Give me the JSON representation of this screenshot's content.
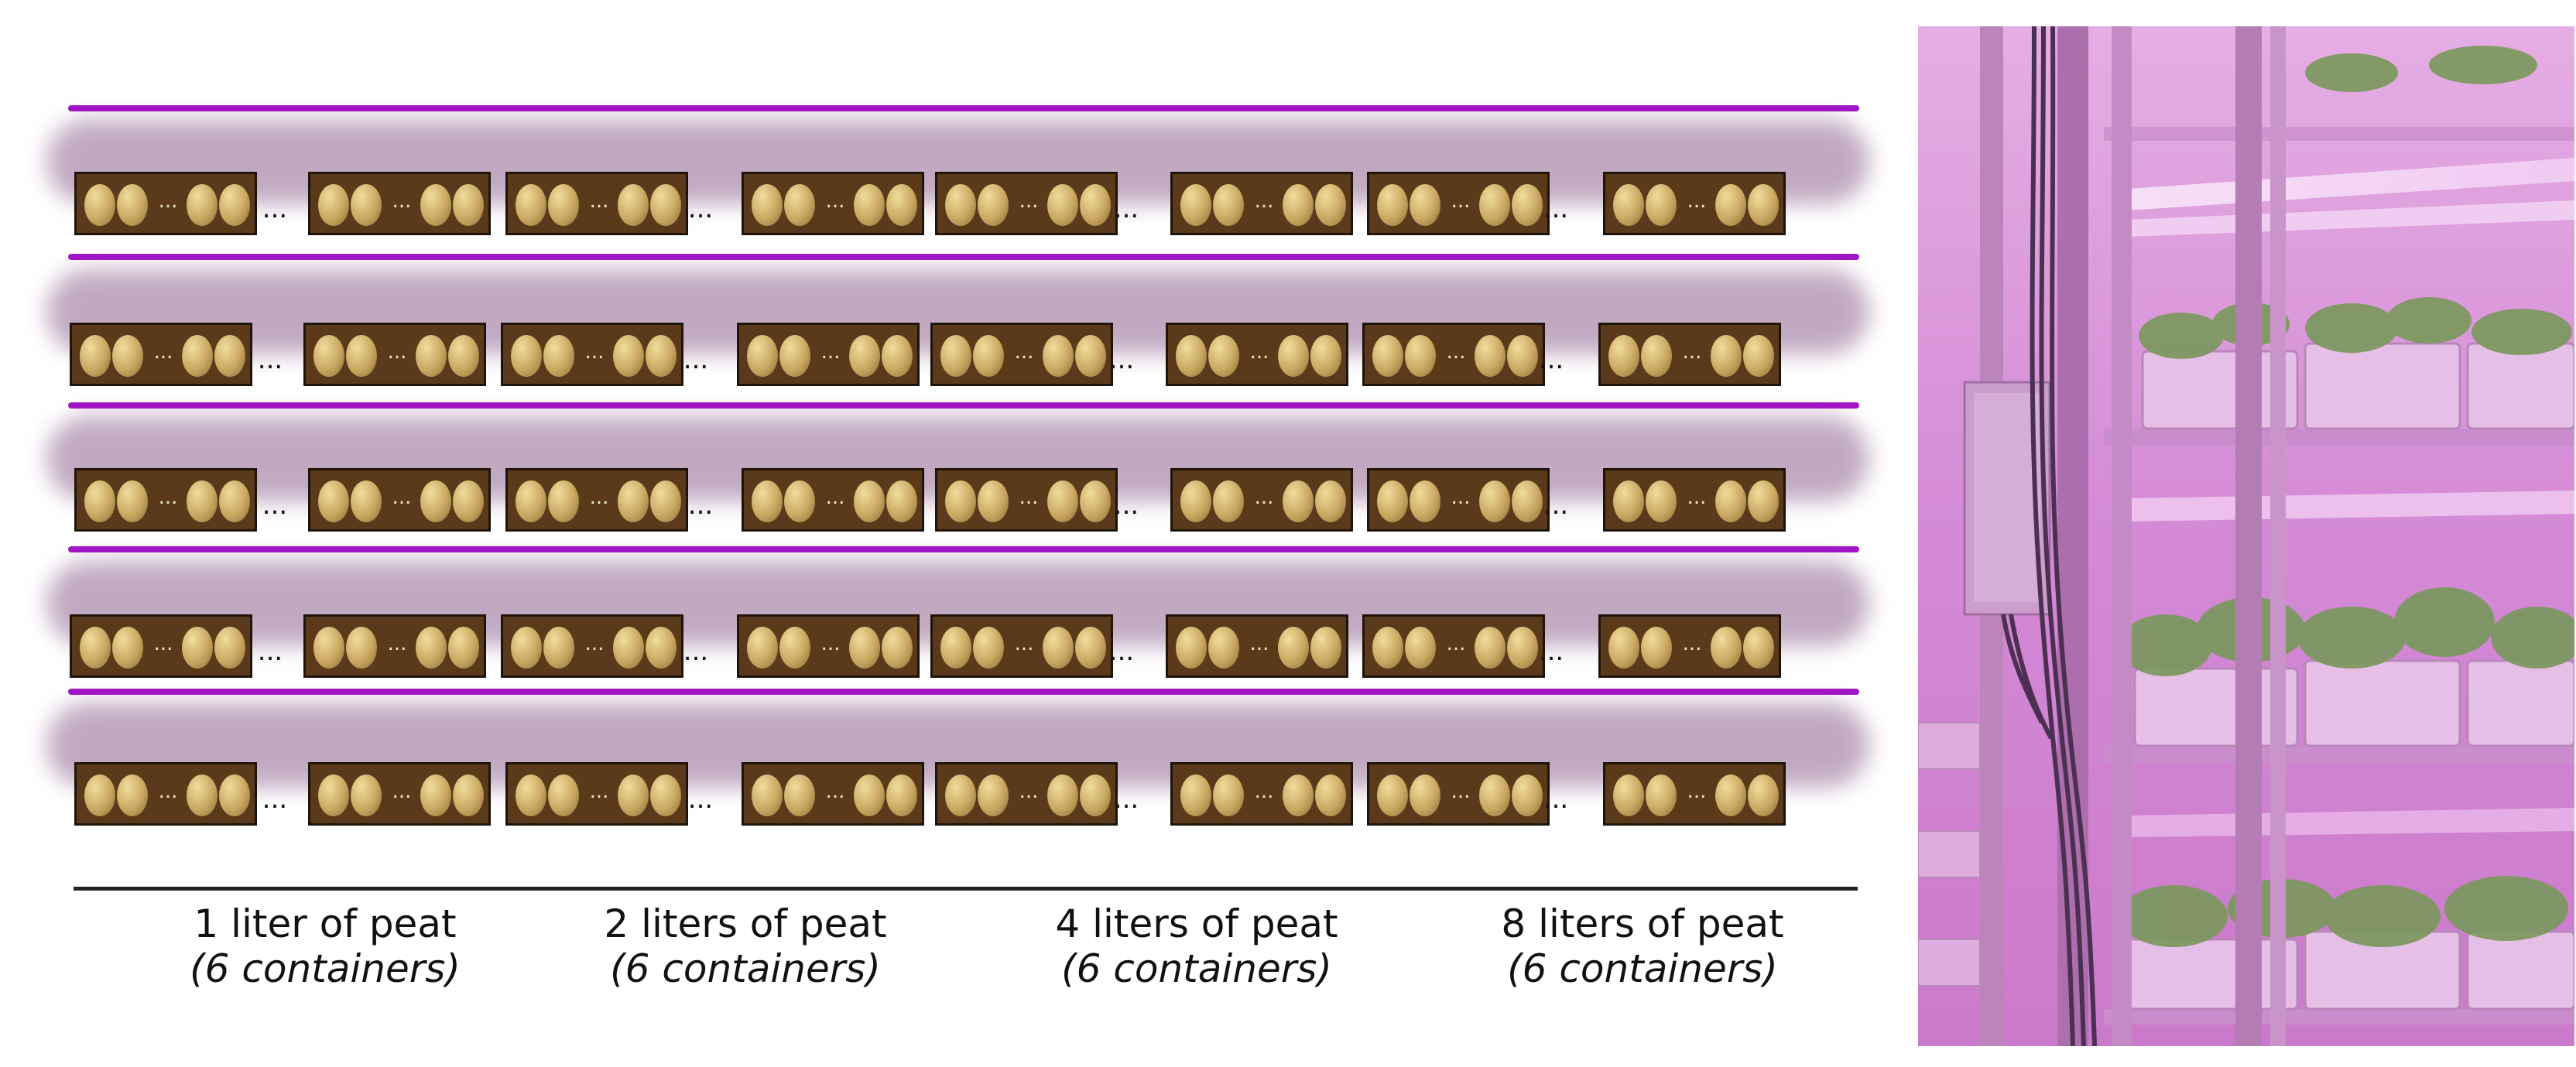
{
  "colors": {
    "lamp": "#a116c4",
    "glow": "#b79bb8",
    "container_fill": "#5a3a1b",
    "container_border": "#1e140a",
    "tuber": "#d2b26e",
    "photo_tint": "#d389d8"
  },
  "diagram": {
    "lamp_count": 5,
    "shelf_count": 5,
    "containers_per_shelf": 8,
    "tubers_per_container": 4,
    "inner_ellipsis": "...",
    "gap_ellipsis": "...",
    "groups": [
      {
        "line1": "1 liter of peat",
        "line2": "(6 containers)"
      },
      {
        "line1": "2 liters of peat",
        "line2": "(6 containers)"
      },
      {
        "line1": "4 liters of peat",
        "line2": "(6 containers)"
      },
      {
        "line1": "8 liters of peat",
        "line2": "(6 containers)"
      }
    ]
  },
  "photo": {
    "description_icon": "growth-chamber-shelving-photo"
  }
}
